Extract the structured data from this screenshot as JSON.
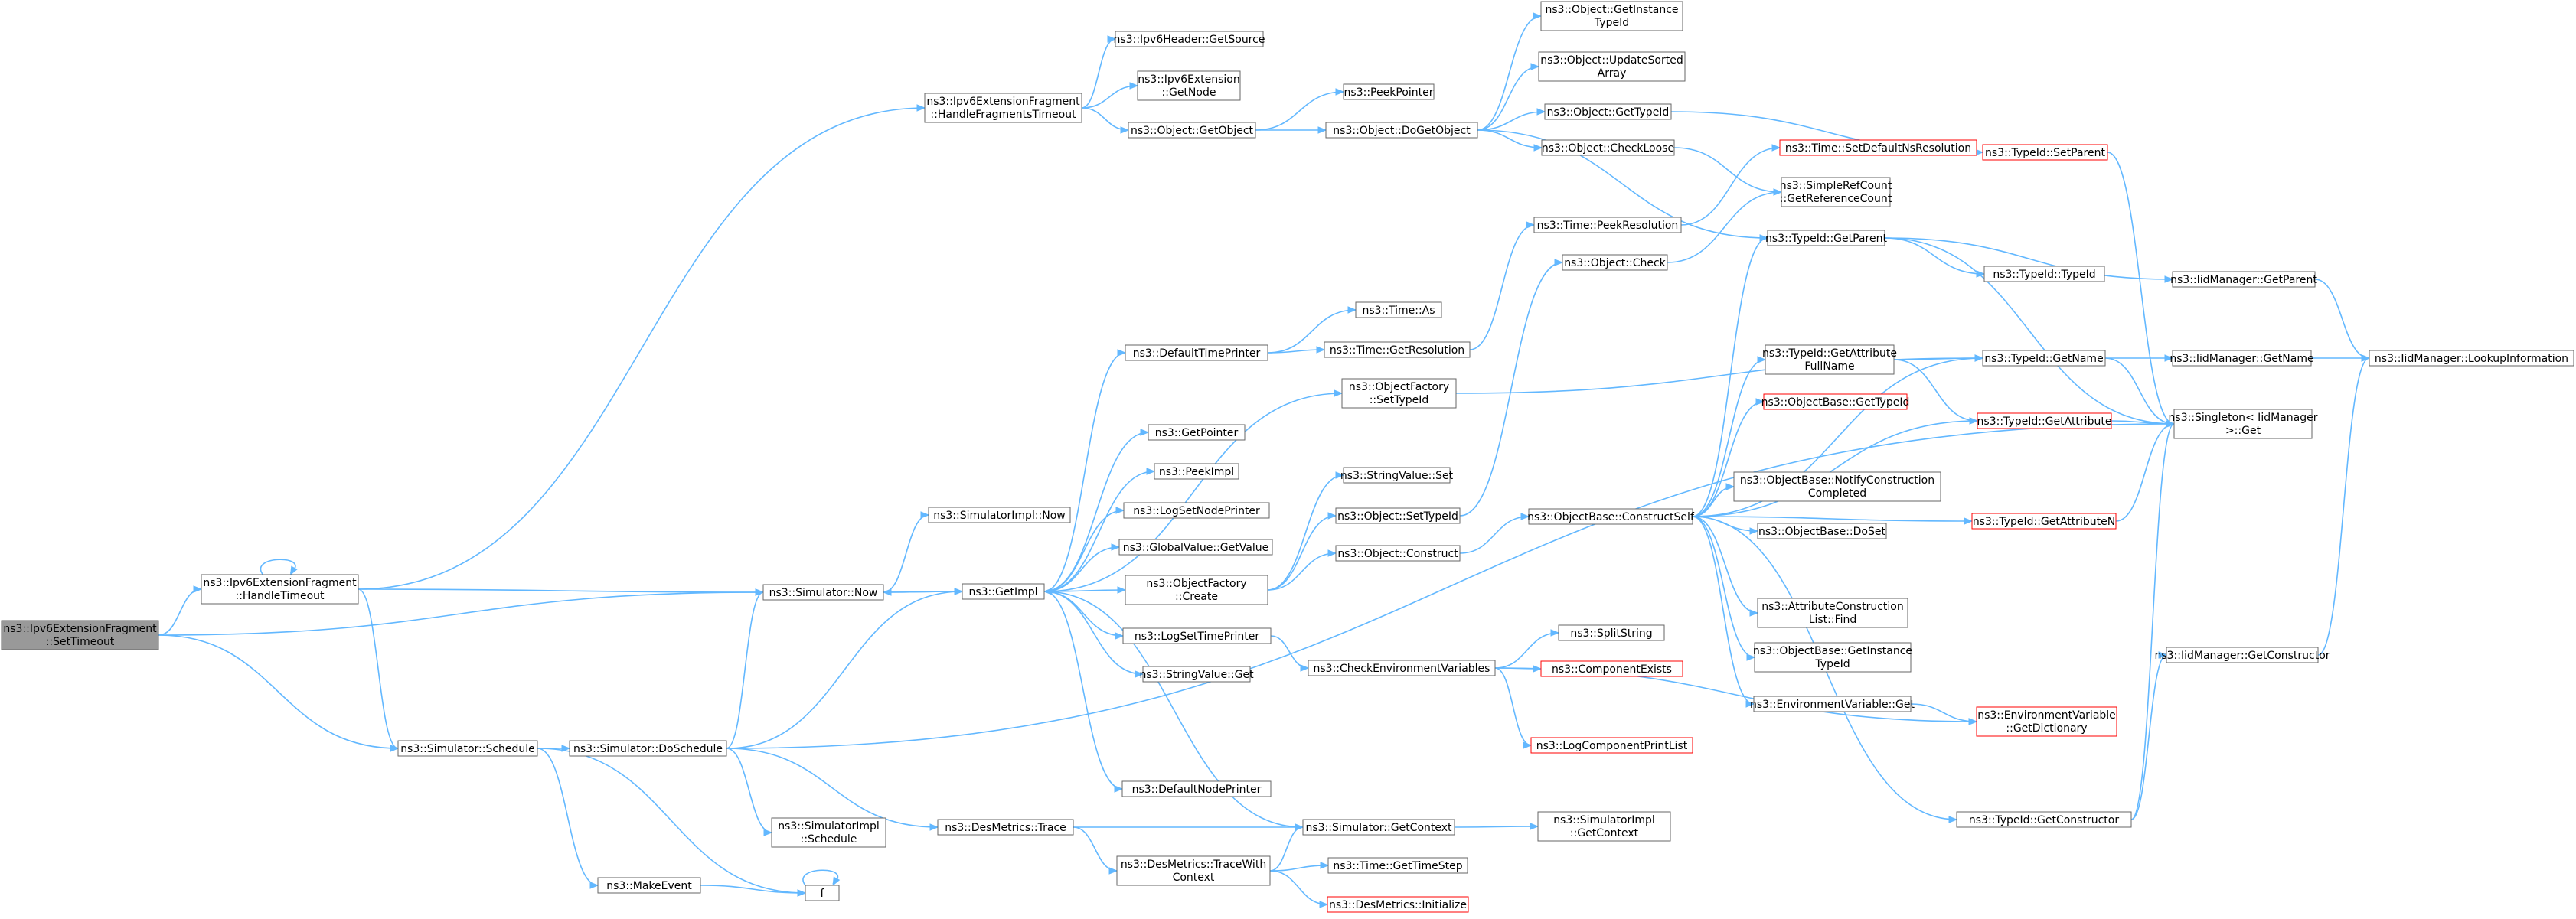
{
  "nodes": [
    {
      "id": "setTimeout",
      "lines": [
        "ns3::Ipv6ExtensionFragment",
        "::SetTimeout"
      ],
      "style": "root"
    },
    {
      "id": "handleTimeout",
      "lines": [
        "ns3::Ipv6ExtensionFragment",
        "::HandleTimeout"
      ],
      "style": "normal"
    },
    {
      "id": "handleFragTimeout",
      "lines": [
        "ns3::Ipv6ExtensionFragment",
        "::HandleFragmentsTimeout"
      ],
      "style": "normal"
    },
    {
      "id": "simNow",
      "lines": [
        "ns3::Simulator::Now"
      ],
      "style": "normal"
    },
    {
      "id": "simSchedule",
      "lines": [
        "ns3::Simulator::Schedule"
      ],
      "style": "normal"
    },
    {
      "id": "ipv6HeaderGetSource",
      "lines": [
        "ns3::Ipv6Header::GetSource"
      ],
      "style": "normal"
    },
    {
      "id": "ipv6ExtGetNode",
      "lines": [
        "ns3::Ipv6Extension",
        "::GetNode"
      ],
      "style": "normal"
    },
    {
      "id": "objGetObject",
      "lines": [
        "ns3::Object::GetObject"
      ],
      "style": "normal"
    },
    {
      "id": "peekPointer",
      "lines": [
        "ns3::PeekPointer"
      ],
      "style": "normal"
    },
    {
      "id": "objDoGetObject",
      "lines": [
        "ns3::Object::DoGetObject"
      ],
      "style": "normal"
    },
    {
      "id": "objGetInstanceTypeId",
      "lines": [
        "ns3::Object::GetInstance",
        "TypeId"
      ],
      "style": "normal"
    },
    {
      "id": "objUpdateSortedArray",
      "lines": [
        "ns3::Object::UpdateSorted",
        "Array"
      ],
      "style": "normal"
    },
    {
      "id": "objGetTypeId",
      "lines": [
        "ns3::Object::GetTypeId"
      ],
      "style": "normal"
    },
    {
      "id": "objCheckLoose",
      "lines": [
        "ns3::Object::CheckLoose"
      ],
      "style": "normal"
    },
    {
      "id": "typeIdSetParent",
      "lines": [
        "ns3::TypeId::SetParent"
      ],
      "style": "red"
    },
    {
      "id": "timeSetDefaultNs",
      "lines": [
        "ns3::Time::SetDefaultNsResolution"
      ],
      "style": "red"
    },
    {
      "id": "simpleRefCount",
      "lines": [
        "ns3::SimpleRefCount",
        "::GetReferenceCount"
      ],
      "style": "normal"
    },
    {
      "id": "timePeekResolution",
      "lines": [
        "ns3::Time::PeekResolution"
      ],
      "style": "normal"
    },
    {
      "id": "typeIdGetParent",
      "lines": [
        "ns3::TypeId::GetParent"
      ],
      "style": "normal"
    },
    {
      "id": "objCheck",
      "lines": [
        "ns3::Object::Check"
      ],
      "style": "normal"
    },
    {
      "id": "typeIdTypeId",
      "lines": [
        "ns3::TypeId::TypeId"
      ],
      "style": "normal"
    },
    {
      "id": "iidGetParent",
      "lines": [
        "ns3::IidManager::GetParent"
      ],
      "style": "normal"
    },
    {
      "id": "timeAs",
      "lines": [
        "ns3::Time::As"
      ],
      "style": "normal"
    },
    {
      "id": "defaultTimePrinter",
      "lines": [
        "ns3::DefaultTimePrinter"
      ],
      "style": "normal"
    },
    {
      "id": "timeGetResolution",
      "lines": [
        "ns3::Time::GetResolution"
      ],
      "style": "normal"
    },
    {
      "id": "objFactorySetTypeId",
      "lines": [
        "ns3::ObjectFactory",
        "::SetTypeId"
      ],
      "style": "normal"
    },
    {
      "id": "typeIdGetAttrFullName",
      "lines": [
        "ns3::TypeId::GetAttribute",
        "FullName"
      ],
      "style": "normal"
    },
    {
      "id": "typeIdGetName",
      "lines": [
        "ns3::TypeId::GetName"
      ],
      "style": "normal"
    },
    {
      "id": "iidGetName",
      "lines": [
        "ns3::IidManager::GetName"
      ],
      "style": "normal"
    },
    {
      "id": "iidLookupInfo",
      "lines": [
        "ns3::IidManager::LookupInformation"
      ],
      "style": "normal"
    },
    {
      "id": "objBaseGetTypeId",
      "lines": [
        "ns3::ObjectBase::GetTypeId"
      ],
      "style": "red"
    },
    {
      "id": "typeIdGetAttribute",
      "lines": [
        "ns3::TypeId::GetAttribute"
      ],
      "style": "red"
    },
    {
      "id": "singletonGet",
      "lines": [
        "ns3::Singleton< IidManager",
        " >::Get"
      ],
      "style": "normal"
    },
    {
      "id": "getPointer",
      "lines": [
        "ns3::GetPointer"
      ],
      "style": "normal"
    },
    {
      "id": "peekImpl",
      "lines": [
        "ns3::PeekImpl"
      ],
      "style": "normal"
    },
    {
      "id": "stringValueSet",
      "lines": [
        "ns3::StringValue::Set"
      ],
      "style": "normal"
    },
    {
      "id": "objBaseNotify",
      "lines": [
        "ns3::ObjectBase::NotifyConstruction",
        "Completed"
      ],
      "style": "normal"
    },
    {
      "id": "simImplNow",
      "lines": [
        "ns3::SimulatorImpl::Now"
      ],
      "style": "normal"
    },
    {
      "id": "logSetNodePrinter",
      "lines": [
        "ns3::LogSetNodePrinter"
      ],
      "style": "normal"
    },
    {
      "id": "objSetTypeId",
      "lines": [
        "ns3::Object::SetTypeId"
      ],
      "style": "normal"
    },
    {
      "id": "objBaseConstructSelf",
      "lines": [
        "ns3::ObjectBase::ConstructSelf"
      ],
      "style": "normal"
    },
    {
      "id": "objBaseDoSet",
      "lines": [
        "ns3::ObjectBase::DoSet"
      ],
      "style": "normal"
    },
    {
      "id": "typeIdGetAttributeN",
      "lines": [
        "ns3::TypeId::GetAttributeN"
      ],
      "style": "red"
    },
    {
      "id": "globalValueGetValue",
      "lines": [
        "ns3::GlobalValue::GetValue"
      ],
      "style": "normal"
    },
    {
      "id": "objConstruct",
      "lines": [
        "ns3::Object::Construct"
      ],
      "style": "normal"
    },
    {
      "id": "getImpl",
      "lines": [
        "ns3::GetImpl"
      ],
      "style": "normal"
    },
    {
      "id": "objFactoryCreate",
      "lines": [
        "ns3::ObjectFactory",
        "::Create"
      ],
      "style": "normal"
    },
    {
      "id": "attrConstructionListFind",
      "lines": [
        "ns3::AttributeConstruction",
        "List::Find"
      ],
      "style": "normal"
    },
    {
      "id": "splitString",
      "lines": [
        "ns3::SplitString"
      ],
      "style": "normal"
    },
    {
      "id": "logSetTimePrinter",
      "lines": [
        "ns3::LogSetTimePrinter"
      ],
      "style": "normal"
    },
    {
      "id": "checkEnvVars",
      "lines": [
        "ns3::CheckEnvironmentVariables"
      ],
      "style": "normal"
    },
    {
      "id": "componentExists",
      "lines": [
        "ns3::ComponentExists"
      ],
      "style": "red"
    },
    {
      "id": "objBaseGetInstanceTypeId",
      "lines": [
        "ns3::ObjectBase::GetInstance",
        "TypeId"
      ],
      "style": "normal"
    },
    {
      "id": "iidGetConstructor",
      "lines": [
        "ns3::IidManager::GetConstructor"
      ],
      "style": "normal"
    },
    {
      "id": "stringValueGet",
      "lines": [
        "ns3::StringValue::Get"
      ],
      "style": "normal"
    },
    {
      "id": "envVarGet",
      "lines": [
        "ns3::EnvironmentVariable::Get"
      ],
      "style": "normal"
    },
    {
      "id": "envVarGetDict",
      "lines": [
        "ns3::EnvironmentVariable",
        "::GetDictionary"
      ],
      "style": "red"
    },
    {
      "id": "logComponentPrintList",
      "lines": [
        "ns3::LogComponentPrintList"
      ],
      "style": "red"
    },
    {
      "id": "simDoSchedule",
      "lines": [
        "ns3::Simulator::DoSchedule"
      ],
      "style": "normal"
    },
    {
      "id": "defaultNodePrinter",
      "lines": [
        "ns3::DefaultNodePrinter"
      ],
      "style": "normal"
    },
    {
      "id": "desMetricsTrace",
      "lines": [
        "ns3::DesMetrics::Trace"
      ],
      "style": "normal"
    },
    {
      "id": "simGetContext",
      "lines": [
        "ns3::Simulator::GetContext"
      ],
      "style": "normal"
    },
    {
      "id": "simImplGetContext",
      "lines": [
        "ns3::SimulatorImpl",
        "::GetContext"
      ],
      "style": "normal"
    },
    {
      "id": "typeIdGetConstructor",
      "lines": [
        "ns3::TypeId::GetConstructor"
      ],
      "style": "normal"
    },
    {
      "id": "simImplSchedule",
      "lines": [
        "ns3::SimulatorImpl",
        "::Schedule"
      ],
      "style": "normal"
    },
    {
      "id": "desMetricsTraceWithContext",
      "lines": [
        "ns3::DesMetrics::TraceWith",
        "Context"
      ],
      "style": "normal"
    },
    {
      "id": "timeGetTimeStep",
      "lines": [
        "ns3::Time::GetTimeStep"
      ],
      "style": "normal"
    },
    {
      "id": "makeEvent",
      "lines": [
        "ns3::MakeEvent"
      ],
      "style": "normal"
    },
    {
      "id": "f",
      "lines": [
        "f"
      ],
      "style": "normal"
    },
    {
      "id": "desMetricsInitialize",
      "lines": [
        "ns3::DesMetrics::Initialize"
      ],
      "style": "red"
    }
  ],
  "edges": [
    [
      "setTimeout",
      "handleTimeout"
    ],
    [
      "setTimeout",
      "simNow"
    ],
    [
      "setTimeout",
      "simSchedule"
    ],
    [
      "handleTimeout",
      "handleTimeout"
    ],
    [
      "handleTimeout",
      "handleFragTimeout"
    ],
    [
      "handleTimeout",
      "simNow"
    ],
    [
      "handleTimeout",
      "simSchedule"
    ],
    [
      "handleFragTimeout",
      "ipv6HeaderGetSource"
    ],
    [
      "handleFragTimeout",
      "ipv6ExtGetNode"
    ],
    [
      "handleFragTimeout",
      "objGetObject"
    ],
    [
      "objGetObject",
      "peekPointer"
    ],
    [
      "objGetObject",
      "objDoGetObject"
    ],
    [
      "objDoGetObject",
      "objGetInstanceTypeId"
    ],
    [
      "objDoGetObject",
      "objUpdateSortedArray"
    ],
    [
      "objDoGetObject",
      "objGetTypeId"
    ],
    [
      "objDoGetObject",
      "objCheckLoose"
    ],
    [
      "objDoGetObject",
      "typeIdGetParent"
    ],
    [
      "objGetTypeId",
      "typeIdSetParent"
    ],
    [
      "typeIdSetParent",
      "singletonGet"
    ],
    [
      "objCheckLoose",
      "simpleRefCount"
    ],
    [
      "objCheck",
      "simpleRefCount"
    ],
    [
      "timePeekResolution",
      "timeSetDefaultNs"
    ],
    [
      "typeIdGetParent",
      "typeIdTypeId"
    ],
    [
      "typeIdGetParent",
      "iidGetParent"
    ],
    [
      "typeIdGetParent",
      "singletonGet"
    ],
    [
      "iidGetParent",
      "iidLookupInfo"
    ],
    [
      "iidGetName",
      "iidLookupInfo"
    ],
    [
      "simNow",
      "simImplNow"
    ],
    [
      "simNow",
      "getImpl"
    ],
    [
      "simSchedule",
      "simDoSchedule"
    ],
    [
      "simSchedule",
      "makeEvent"
    ],
    [
      "simSchedule",
      "f"
    ],
    [
      "getImpl",
      "defaultTimePrinter"
    ],
    [
      "getImpl",
      "objFactorySetTypeId"
    ],
    [
      "getImpl",
      "getPointer"
    ],
    [
      "getImpl",
      "peekImpl"
    ],
    [
      "getImpl",
      "logSetNodePrinter"
    ],
    [
      "getImpl",
      "globalValueGetValue"
    ],
    [
      "getImpl",
      "objFactoryCreate"
    ],
    [
      "getImpl",
      "logSetTimePrinter"
    ],
    [
      "getImpl",
      "stringValueGet"
    ],
    [
      "getImpl",
      "defaultNodePrinter"
    ],
    [
      "getImpl",
      "simNow"
    ],
    [
      "defaultTimePrinter",
      "timeAs"
    ],
    [
      "defaultTimePrinter",
      "timeGetResolution"
    ],
    [
      "timeGetResolution",
      "timePeekResolution"
    ],
    [
      "objFactorySetTypeId",
      "typeIdGetName"
    ],
    [
      "objFactoryCreate",
      "stringValueSet"
    ],
    [
      "objFactoryCreate",
      "objSetTypeId"
    ],
    [
      "objFactoryCreate",
      "objConstruct"
    ],
    [
      "objSetTypeId",
      "objCheck"
    ],
    [
      "objConstruct",
      "objBaseConstructSelf"
    ],
    [
      "objBaseConstructSelf",
      "typeIdGetParent"
    ],
    [
      "objBaseConstructSelf",
      "typeIdGetAttrFullName"
    ],
    [
      "objBaseConstructSelf",
      "typeIdGetName"
    ],
    [
      "objBaseConstructSelf",
      "objBaseGetTypeId"
    ],
    [
      "objBaseConstructSelf",
      "typeIdGetAttribute"
    ],
    [
      "objBaseConstructSelf",
      "objBaseNotify"
    ],
    [
      "objBaseConstructSelf",
      "objBaseDoSet"
    ],
    [
      "objBaseConstructSelf",
      "typeIdGetAttributeN"
    ],
    [
      "objBaseConstructSelf",
      "attrConstructionListFind"
    ],
    [
      "objBaseConstructSelf",
      "objBaseGetInstanceTypeId"
    ],
    [
      "objBaseConstructSelf",
      "envVarGet"
    ],
    [
      "objBaseConstructSelf",
      "typeIdGetConstructor"
    ],
    [
      "typeIdGetAttrFullName",
      "typeIdGetName"
    ],
    [
      "typeIdGetAttrFullName",
      "typeIdGetAttribute"
    ],
    [
      "typeIdGetName",
      "iidGetName"
    ],
    [
      "typeIdGetName",
      "singletonGet"
    ],
    [
      "typeIdGetAttribute",
      "singletonGet"
    ],
    [
      "typeIdGetAttributeN",
      "singletonGet"
    ],
    [
      "logSetTimePrinter",
      "checkEnvVars"
    ],
    [
      "checkEnvVars",
      "splitString"
    ],
    [
      "checkEnvVars",
      "componentExists"
    ],
    [
      "checkEnvVars",
      "envVarGetDict"
    ],
    [
      "checkEnvVars",
      "logComponentPrintList"
    ],
    [
      "envVarGet",
      "envVarGetDict"
    ],
    [
      "typeIdGetConstructor",
      "iidGetConstructor"
    ],
    [
      "typeIdGetConstructor",
      "singletonGet"
    ],
    [
      "iidGetConstructor",
      "iidLookupInfo"
    ],
    [
      "simDoSchedule",
      "simNow"
    ],
    [
      "simDoSchedule",
      "getImpl"
    ],
    [
      "simDoSchedule",
      "simImplSchedule"
    ],
    [
      "simDoSchedule",
      "desMetricsTrace"
    ],
    [
      "simDoSchedule",
      "singletonGet"
    ],
    [
      "desMetricsTrace",
      "simGetContext"
    ],
    [
      "desMetricsTrace",
      "desMetricsTraceWithContext"
    ],
    [
      "simGetContext",
      "simImplGetContext"
    ],
    [
      "simGetContext",
      "getImpl"
    ],
    [
      "desMetricsTraceWithContext",
      "simGetContext"
    ],
    [
      "desMetricsTraceWithContext",
      "timeGetTimeStep"
    ],
    [
      "desMetricsTraceWithContext",
      "desMetricsInitialize"
    ],
    [
      "makeEvent",
      "f"
    ],
    [
      "f",
      "f"
    ]
  ]
}
